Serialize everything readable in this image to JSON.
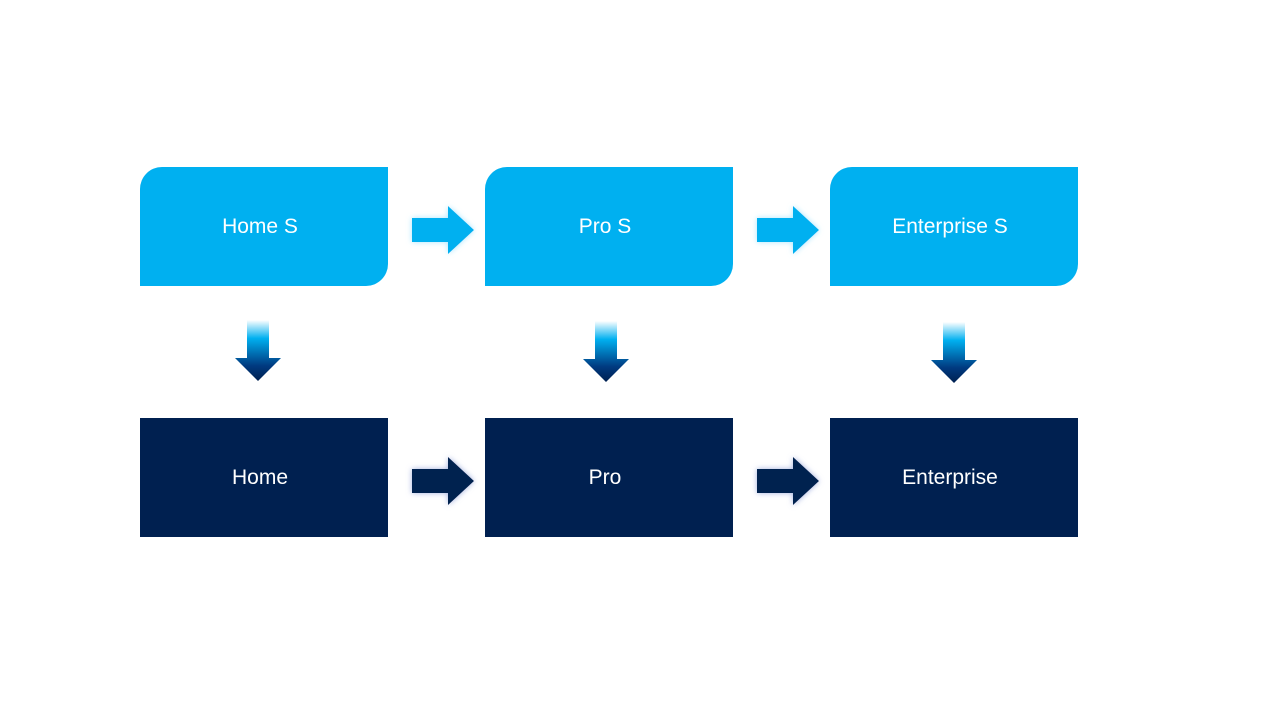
{
  "colors": {
    "light_blue": "#00b0f0",
    "dark_navy": "#002050",
    "text": "#ffffff"
  },
  "top_row": [
    {
      "label": "Home S"
    },
    {
      "label": "Pro S"
    },
    {
      "label": "Enterprise S"
    }
  ],
  "bottom_row": [
    {
      "label": "Home"
    },
    {
      "label": "Pro"
    },
    {
      "label": "Enterprise"
    }
  ],
  "icons": {
    "right_arrow_light": "arrow-right-icon",
    "right_arrow_dark": "arrow-right-icon",
    "down_arrow": "arrow-down-icon"
  }
}
